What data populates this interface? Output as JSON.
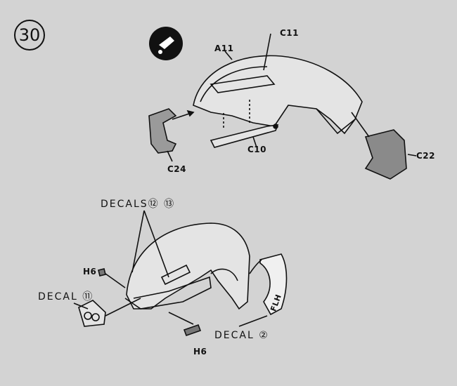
{
  "step_number": "30",
  "glue_icon": "cement-tube-icon",
  "top_assembly": {
    "labels": {
      "a11": "A11",
      "c11": "C11",
      "c10": "C10",
      "c24": "C24",
      "c22": "C22"
    }
  },
  "bottom_assembly": {
    "decals_top": "DECALS⑫ ⑬",
    "decal_left": "DECAL ⑪",
    "decal_right": "DECAL ②",
    "h6_top": "H6",
    "h6_bottom": "H6",
    "decal_text": "FLH"
  }
}
